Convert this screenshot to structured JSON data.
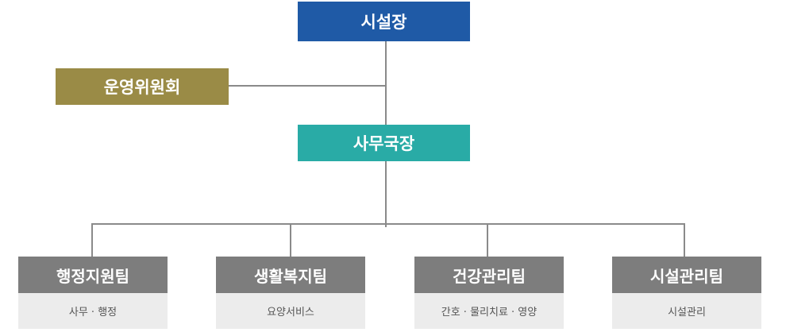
{
  "director": {
    "label": "시설장"
  },
  "committee": {
    "label": "운영위원회"
  },
  "secretary": {
    "label": "사무국장"
  },
  "teams": [
    {
      "name": "행정지원팀",
      "duty": "사무 · 행정"
    },
    {
      "name": "생활복지팀",
      "duty": "요양서비스"
    },
    {
      "name": "건강관리팀",
      "duty": "간호 · 물리치료 · 영양"
    },
    {
      "name": "시설관리팀",
      "duty": "시설관리"
    }
  ],
  "colors": {
    "director": "#1f5aa6",
    "committee": "#9a8b46",
    "secretary": "#29aba6",
    "team_head": "#7d7d7d",
    "team_duty_bg": "#ececec",
    "connector": "#8a8a8a"
  }
}
